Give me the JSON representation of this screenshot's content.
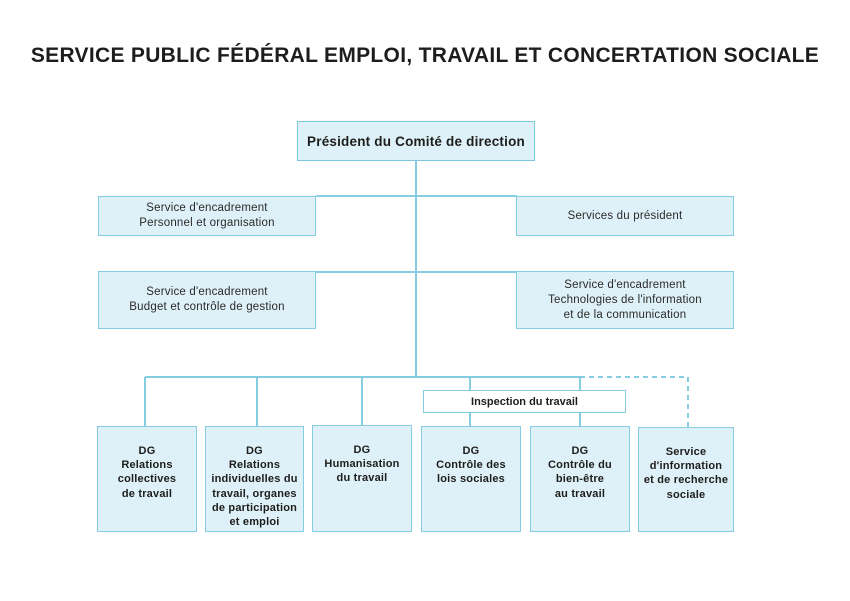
{
  "title": "SERVICE PUBLIC FÉDÉRAL EMPLOI, TRAVAIL ET CONCERTATION SOCIALE",
  "president": "Président du Comité de direction",
  "support_left_top": "Service d'encadrement\nPersonnel et organisation",
  "support_right_top": "Services du président",
  "support_left_bottom": "Service d'encadrement\nBudget et contrôle de gestion",
  "support_right_bottom": "Service d'encadrement\nTechnologies de l'information\net de la communication",
  "inspection": "Inspection du travail",
  "directorates": [
    "DG\nRelations\ncollectives\nde travail",
    "DG\nRelations\nindividuelles du\ntravail, organes\nde participation\net emploi",
    "DG\nHumanisation\ndu travail",
    "DG\nContrôle des\nlois sociales",
    "DG\nContrôle du\nbien-être\nau travail",
    "Service\nd'information\net de recherche\nsociale"
  ],
  "colors": {
    "line": "#86cde2",
    "box_fill": "#dff1f8",
    "dashed_link": "#86cde2"
  }
}
